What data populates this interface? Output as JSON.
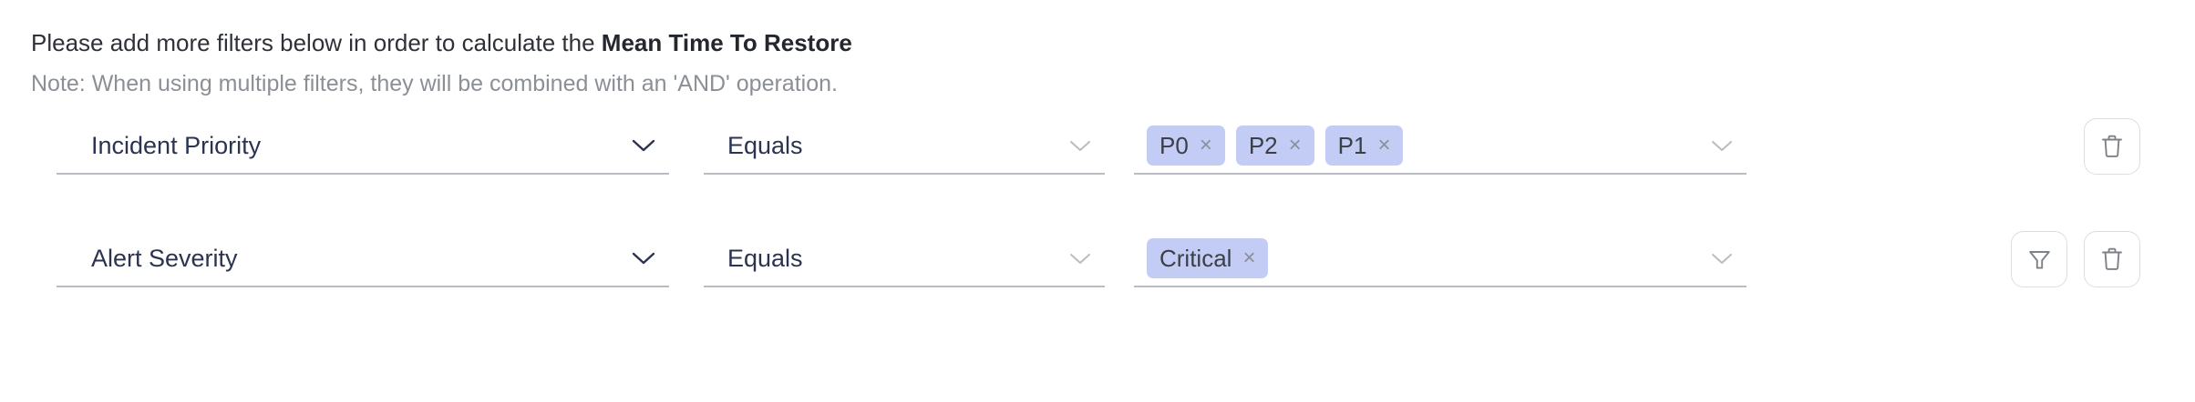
{
  "header": {
    "instruction_prefix": "Please add more filters below in order to calculate the ",
    "instruction_metric": "Mean Time To Restore",
    "note": "Note: When using multiple filters, they will be combined with an 'AND' operation."
  },
  "colors": {
    "chip_background": "#c3ccf5",
    "field_text": "#2b3350",
    "note_text": "#8b8f96",
    "underline": "#b9bcc2",
    "button_border": "#dcdee2"
  },
  "icons": {
    "chevron_down": "chevron-down-icon",
    "chip_remove": "×",
    "filter": "filter-icon",
    "delete": "trash-icon"
  },
  "filters": [
    {
      "attribute": "Incident Priority",
      "operator": "Equals",
      "values": [
        {
          "label": "P0",
          "remove": "×"
        },
        {
          "label": "P2",
          "remove": "×"
        },
        {
          "label": "P1",
          "remove": "×"
        }
      ],
      "has_filter_button": false,
      "has_delete_button": true
    },
    {
      "attribute": "Alert Severity",
      "operator": "Equals",
      "values": [
        {
          "label": "Critical",
          "remove": "×"
        }
      ],
      "has_filter_button": true,
      "has_delete_button": true
    }
  ]
}
